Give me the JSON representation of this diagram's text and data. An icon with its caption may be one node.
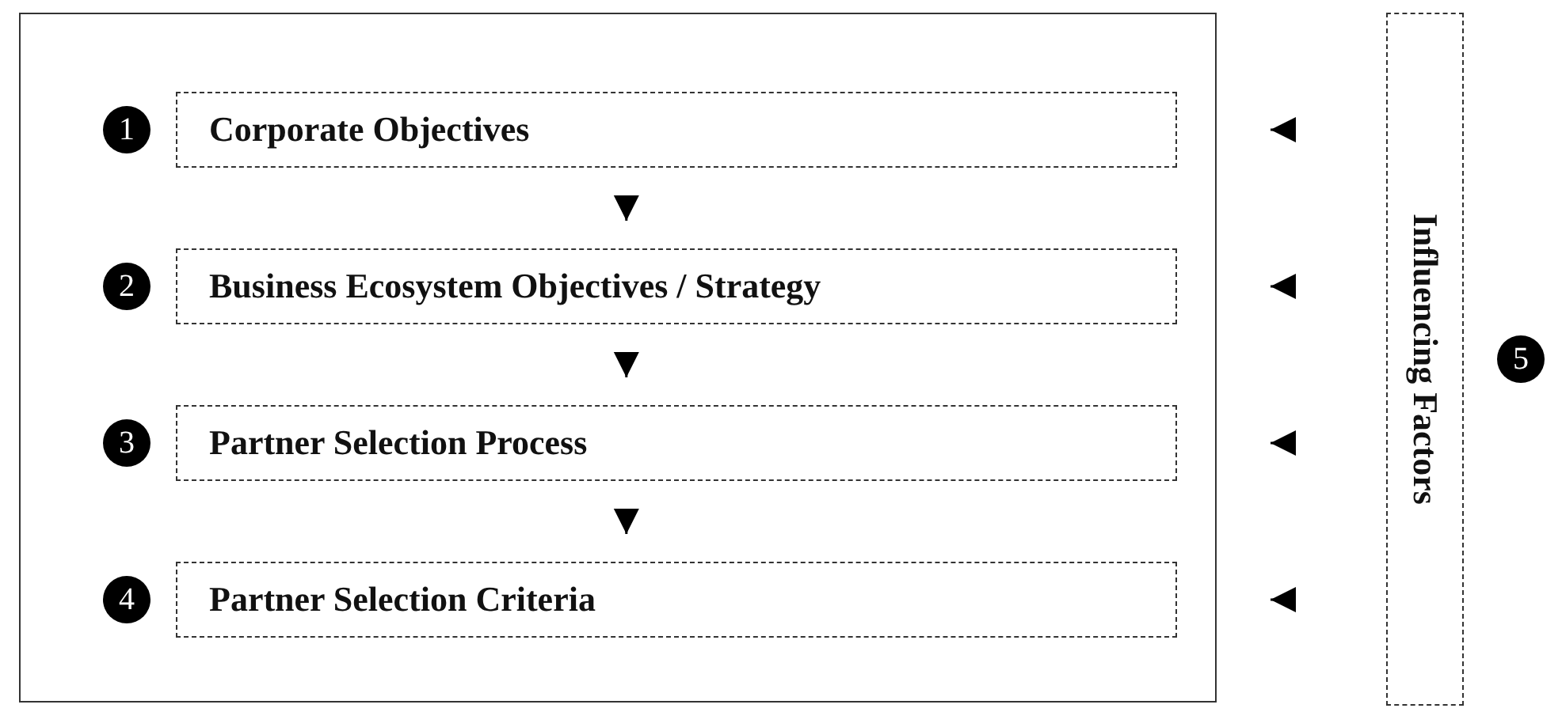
{
  "diagram": {
    "nodes": [
      {
        "text": [],
        "shape": "box"
      },
      {
        "text": [
          "Corporate Objectives"
        ],
        "in": 0,
        "beside": [
          "1"
        ]
      },
      {
        "text": [
          "Business Ecosystem Objectives / Strategy"
        ],
        "in": 0,
        "beside": [
          "2"
        ]
      },
      {
        "text": [
          "Partner Selection Process"
        ],
        "in": 0,
        "beside": [
          "3"
        ]
      },
      {
        "text": [
          "Partner Selection Criteria"
        ],
        "in": 0,
        "beside": [
          "4"
        ]
      },
      {
        "text": [
          "Influencing Factors"
        ],
        "beside": [
          "5"
        ]
      }
    ],
    "edges": [
      {
        "from": 1,
        "to": 2,
        "arrow": "to"
      },
      {
        "from": 2,
        "to": 3,
        "arrow": "to"
      },
      {
        "from": 3,
        "to": 4,
        "arrow": "to"
      },
      {
        "from": 5,
        "to": 1,
        "arrow": "to"
      },
      {
        "from": 5,
        "to": 2,
        "arrow": "to"
      },
      {
        "from": 5,
        "to": 3,
        "arrow": "to"
      },
      {
        "from": 5,
        "to": 4,
        "arrow": "to"
      }
    ]
  }
}
